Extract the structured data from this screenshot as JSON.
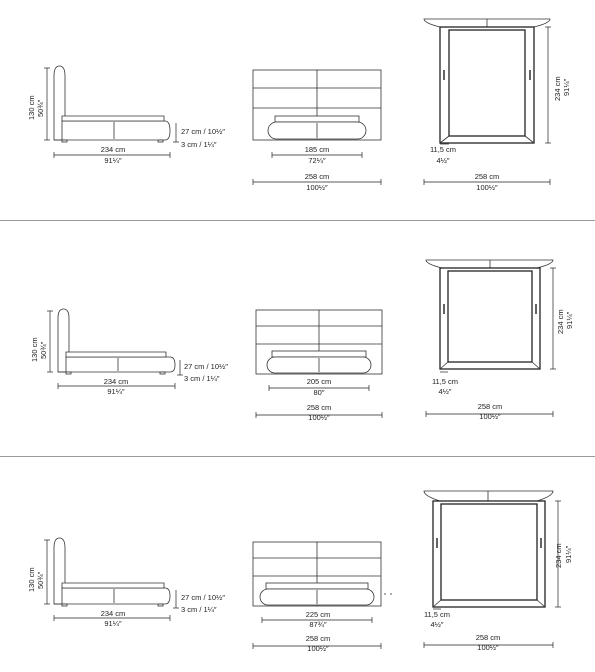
{
  "rows": [
    {
      "side": {
        "height": "130 cm",
        "height_in": "50¾″",
        "length": "234 cm",
        "length_in": "91¼″",
        "clearance": "27 cm / 10½″",
        "foot": "3 cm / 1¼″"
      },
      "front": {
        "mattress": "185 cm",
        "mattress_in": "72¼″",
        "overall": "258 cm",
        "overall_in": "100½″"
      },
      "top": {
        "frame": "11,5 cm",
        "frame_in": "4½″",
        "depth": "234 cm",
        "depth_in": "91¼″",
        "width": "258 cm",
        "width_in": "100½″"
      }
    },
    {
      "side": {
        "height": "130 cm",
        "height_in": "50¾″",
        "length": "234 cm",
        "length_in": "91¼″",
        "clearance": "27 cm / 10½″",
        "foot": "3 cm / 1¼″"
      },
      "front": {
        "mattress": "205 cm",
        "mattress_in": "80″",
        "overall": "258 cm",
        "overall_in": "100½″"
      },
      "top": {
        "frame": "11,5 cm",
        "frame_in": "4½″",
        "depth": "234 cm",
        "depth_in": "91¼″",
        "width": "258 cm",
        "width_in": "100½″"
      }
    },
    {
      "side": {
        "height": "130 cm",
        "height_in": "50¾″",
        "length": "234 cm",
        "length_in": "91¼″",
        "clearance": "27 cm / 10½″",
        "foot": "3 cm / 1¼″"
      },
      "front": {
        "mattress": "225 cm",
        "mattress_in": "87¾″",
        "overall": "258 cm",
        "overall_in": "100½″"
      },
      "top": {
        "frame": "11,5 cm",
        "frame_in": "4½″",
        "depth": "234 cm",
        "depth_in": "91¼″",
        "width": "258 cm",
        "width_in": "100½″"
      }
    }
  ]
}
